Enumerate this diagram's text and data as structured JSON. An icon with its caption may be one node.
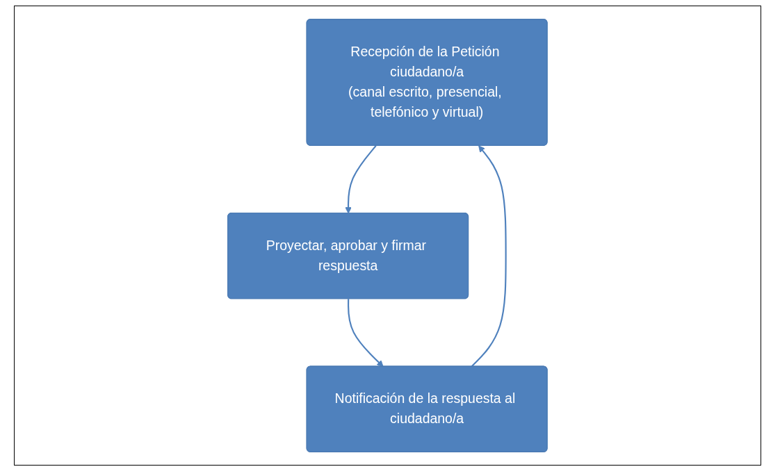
{
  "diagram": {
    "nodes": [
      {
        "text": [
          "Recepción de la Petición ciudadano/a",
          "(canal escrito, presencial, telefónico y virtual)"
        ]
      },
      {
        "text": [
          "Proyectar, aprobar y firmar respuesta"
        ]
      },
      {
        "text": [
          "Notificación de la respuesta al ciudadano/a"
        ]
      }
    ],
    "edges": [
      {
        "from": 0,
        "to": 1,
        "arrow": "to"
      },
      {
        "from": 1,
        "to": 2,
        "arrow": "to"
      },
      {
        "from": 2,
        "to": 0,
        "arrow": "to"
      }
    ]
  }
}
